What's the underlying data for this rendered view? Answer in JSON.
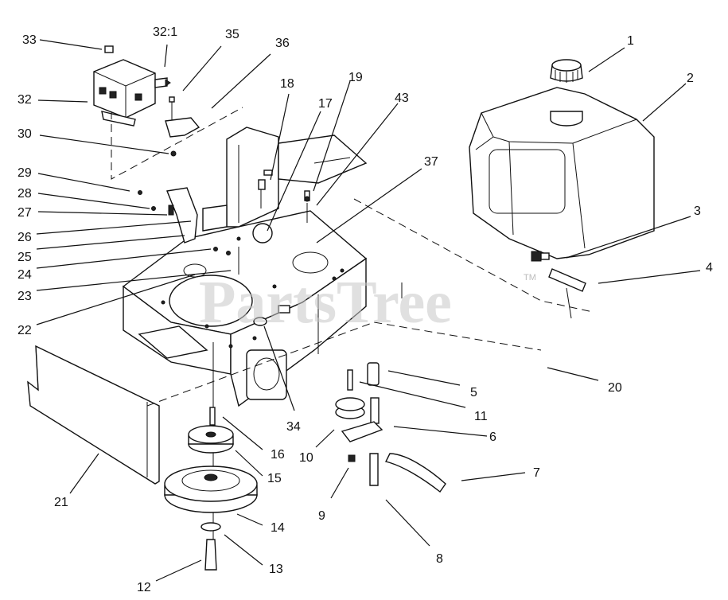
{
  "watermark": {
    "text": "PartsTree",
    "trademark": "TM"
  },
  "callouts": [
    {
      "id": "c1",
      "label": "1"
    },
    {
      "id": "c2",
      "label": "2"
    },
    {
      "id": "c3",
      "label": "3"
    },
    {
      "id": "c4",
      "label": "4"
    },
    {
      "id": "c5",
      "label": "5"
    },
    {
      "id": "c6",
      "label": "6"
    },
    {
      "id": "c7",
      "label": "7"
    },
    {
      "id": "c8",
      "label": "8"
    },
    {
      "id": "c9",
      "label": "9"
    },
    {
      "id": "c10",
      "label": "10"
    },
    {
      "id": "c11",
      "label": "11"
    },
    {
      "id": "c12",
      "label": "12"
    },
    {
      "id": "c13",
      "label": "13"
    },
    {
      "id": "c14",
      "label": "14"
    },
    {
      "id": "c15",
      "label": "15"
    },
    {
      "id": "c16",
      "label": "16"
    },
    {
      "id": "c17",
      "label": "17"
    },
    {
      "id": "c18",
      "label": "18"
    },
    {
      "id": "c19",
      "label": "19"
    },
    {
      "id": "c20",
      "label": "20"
    },
    {
      "id": "c21",
      "label": "21"
    },
    {
      "id": "c22",
      "label": "22"
    },
    {
      "id": "c23",
      "label": "23"
    },
    {
      "id": "c24",
      "label": "24"
    },
    {
      "id": "c25",
      "label": "25"
    },
    {
      "id": "c26",
      "label": "26"
    },
    {
      "id": "c27",
      "label": "27"
    },
    {
      "id": "c28",
      "label": "28"
    },
    {
      "id": "c29",
      "label": "29"
    },
    {
      "id": "c30",
      "label": "30"
    },
    {
      "id": "c32",
      "label": "32"
    },
    {
      "id": "c32-1",
      "label": "32:1"
    },
    {
      "id": "c33",
      "label": "33"
    },
    {
      "id": "c34",
      "label": "34"
    },
    {
      "id": "c35",
      "label": "35"
    },
    {
      "id": "c36",
      "label": "36"
    },
    {
      "id": "c37",
      "label": "37"
    },
    {
      "id": "c43",
      "label": "43"
    }
  ]
}
